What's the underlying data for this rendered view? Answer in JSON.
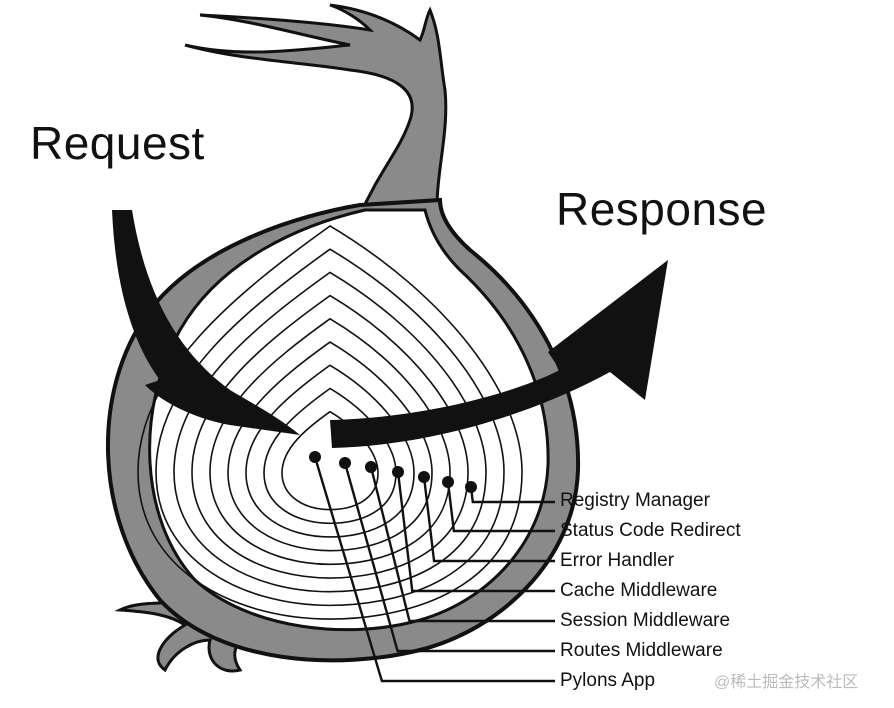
{
  "title_request": "Request",
  "title_response": "Response",
  "layers": [
    "Registry Manager",
    "Status Code Redirect",
    "Error Handler",
    "Cache Middleware",
    "Session Middleware",
    "Routes Middleware",
    "Pylons App"
  ],
  "watermark": "@稀土掘金技术社区",
  "colors": {
    "outline": "#111111",
    "skin": "#8a8a8a",
    "flesh": "#ffffff"
  }
}
